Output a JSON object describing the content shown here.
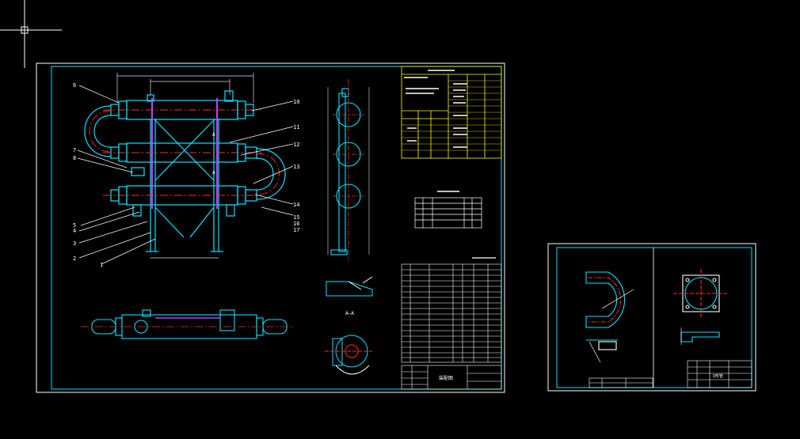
{
  "app": {
    "title": "CAD drawing view"
  },
  "colors": {
    "background": "#000000",
    "frame": "#ffffff",
    "geometry": "#00e5ff",
    "centerline": "#ff2a2a",
    "tubesheet": "#c040ff",
    "annotation": "#ffffff",
    "title_block": "#ffff00",
    "dimension": "#e0e0e0"
  },
  "main_sheet": {
    "leader_numbers": [
      "6",
      "7",
      "8",
      "5",
      "4",
      "3",
      "2",
      "1",
      "10",
      "11",
      "12",
      "13",
      "14",
      "15",
      "16",
      "17"
    ],
    "section_marks": [
      "A",
      "A"
    ],
    "section_label": "A—A",
    "stamp_label": "装配图"
  },
  "detail_sheet": {
    "sheet_label": "U形管"
  },
  "cursor": {
    "icon": "crosshair-cursor-icon"
  }
}
